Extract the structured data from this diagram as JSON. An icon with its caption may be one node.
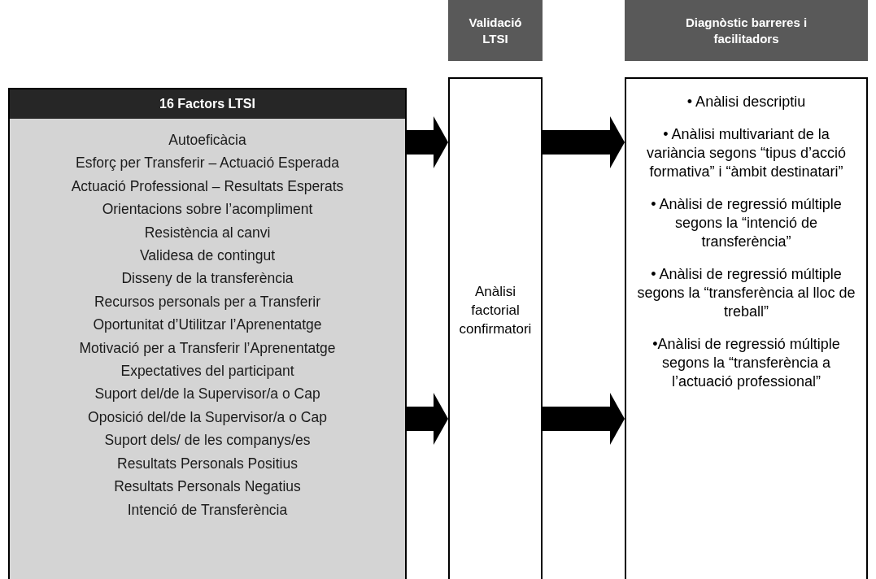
{
  "diagram": {
    "nodes": [
      {
        "text": [
          "16 Factors LTSI",
          "Autoeficàcia",
          "Esforç per Transferir – Actuació Esperada",
          "Actuació Professional – Resultats Esperats",
          "Orientacions sobre l’acompliment",
          "Resistència al canvi",
          "Validesa de contingut",
          "Disseny de la transferència",
          "Recursos personals per a Transferir",
          "Oportunitat d’Utilitzar l’Aprenentatge",
          "Motivació per a Transferir l’Aprenentatge",
          "Expectatives del participant",
          "Suport del/de la Supervisor/a o Cap",
          "Oposició del/de la Supervisor/a o Cap",
          "Suport dels/ de les companys/es",
          "Resultats Personals Positius",
          "Resultats Personals Negatius",
          "Intenció de Transferència"
        ]
      },
      {
        "text": [
          "Validació LTSI"
        ]
      },
      {
        "text": [
          "Anàlisi factorial confirmatori"
        ]
      },
      {
        "text": [
          "Diagnòstic barreres i facilitadors"
        ]
      },
      {
        "text": [
          "• Anàlisi descriptiu",
          "• Anàlisi multivariant de la variància segons “tipus d’acció formativa” i “àmbit destinatari”",
          "• Anàlisi de regressió múltiple segons la “intenció de transferència”",
          "• Anàlisi de regressió múltiple segons la “transferència al lloc de treball”",
          "•Anàlisi de regressió múltiple segons la “transferència a l’actuació professional”"
        ]
      }
    ],
    "edges": [
      {
        "from": 0,
        "to": 2,
        "arrow": "to"
      },
      {
        "from": 0,
        "to": 2,
        "arrow": "to"
      },
      {
        "from": 2,
        "to": 4,
        "arrow": "to"
      },
      {
        "from": 2,
        "to": 4,
        "arrow": "to"
      }
    ]
  }
}
